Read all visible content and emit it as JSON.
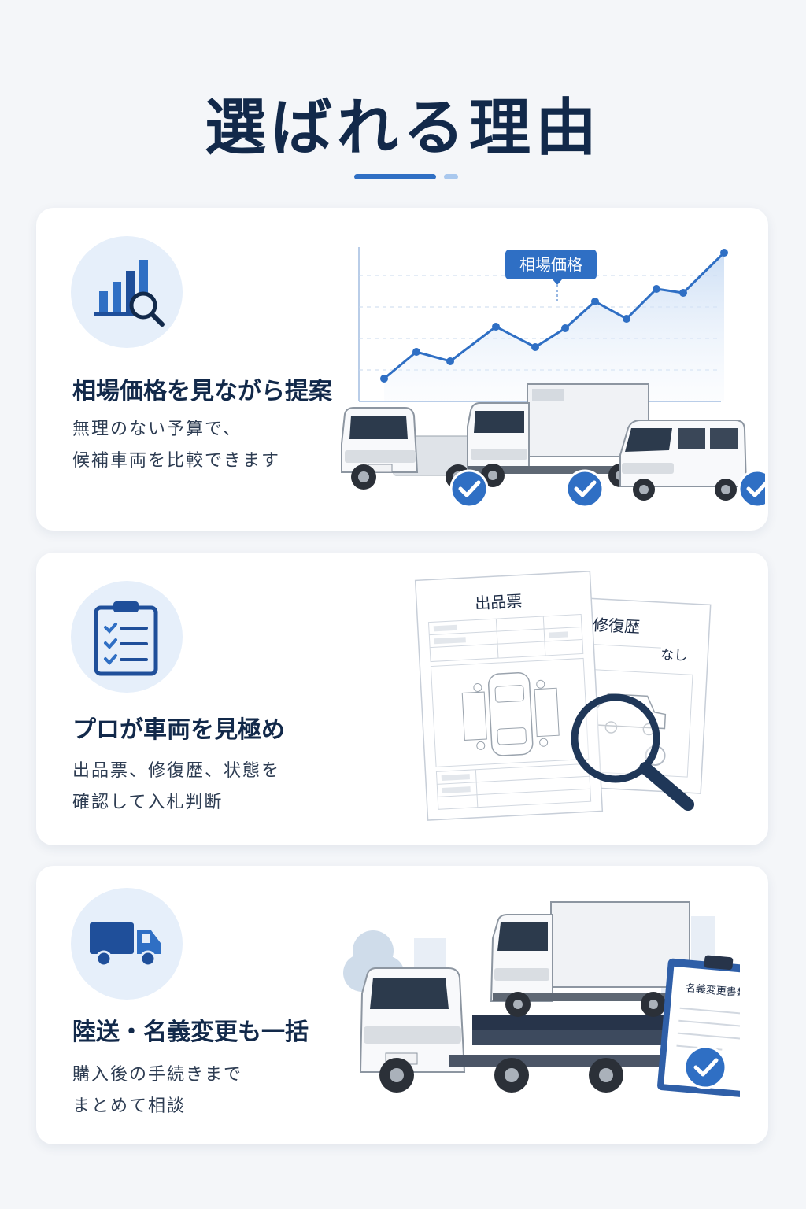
{
  "page": {
    "title": "選ばれる理由"
  },
  "cards": [
    {
      "icon": "bar-chart-search-icon",
      "title": "相場価格を見ながら提案",
      "desc_lines": [
        "無理のない予算で、",
        "候補車両を比較できます"
      ],
      "chart_label": "相場価格"
    },
    {
      "icon": "clipboard-checklist-icon",
      "title": "プロが車両を見極め",
      "desc_lines": [
        "出品票、修復歴、状態を",
        "確認して入札判断"
      ],
      "doc_title": "出品票",
      "history_title": "修復歴",
      "history_value": "なし"
    },
    {
      "icon": "delivery-truck-icon",
      "title": "陸送・名義変更も一括",
      "desc_lines": [
        "購入後の手続きまで",
        "まとめて相談"
      ],
      "doc_title": "名義変更書類"
    }
  ],
  "colors": {
    "navy": "#12294a",
    "accent": "#2f6fc4",
    "light": "#e6effa"
  }
}
